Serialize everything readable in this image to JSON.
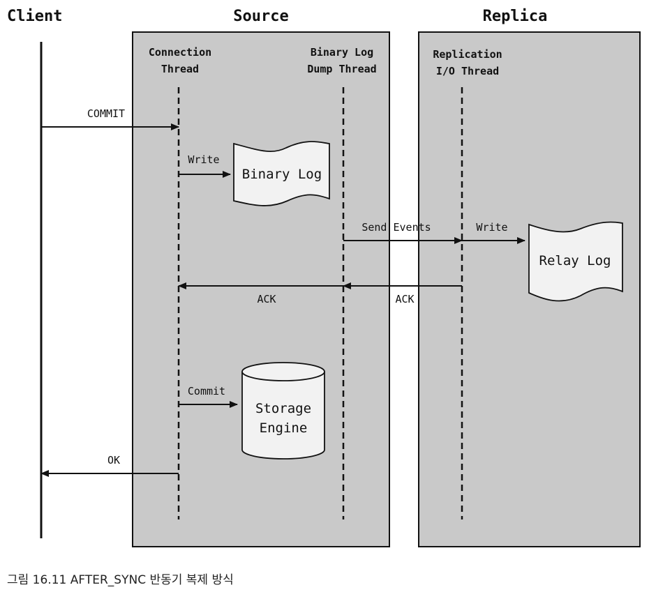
{
  "headers": {
    "client": "Client",
    "source": "Source",
    "replica": "Replica"
  },
  "threads": {
    "connection": [
      "Connection",
      "Thread"
    ],
    "dump": [
      "Binary Log",
      "Dump Thread"
    ],
    "io": [
      "Replication",
      "I/O Thread"
    ]
  },
  "messages": {
    "commit_upper": "COMMIT",
    "write_binlog": "Write",
    "send_events": "Send Events",
    "write_relay": "Write",
    "ack_source": "ACK",
    "ack_replica": "ACK",
    "commit_engine": "Commit",
    "ok": "OK"
  },
  "stores": {
    "binary_log": "Binary Log",
    "relay_log": "Relay Log",
    "storage_engine": [
      "Storage",
      "Engine"
    ]
  },
  "caption": "그림 16.11 AFTER_SYNC 반동기 복제 방식",
  "colors": {
    "box_fill": "#c9c9c9",
    "store_fill": "#f2f2f2",
    "line": "#111111"
  }
}
